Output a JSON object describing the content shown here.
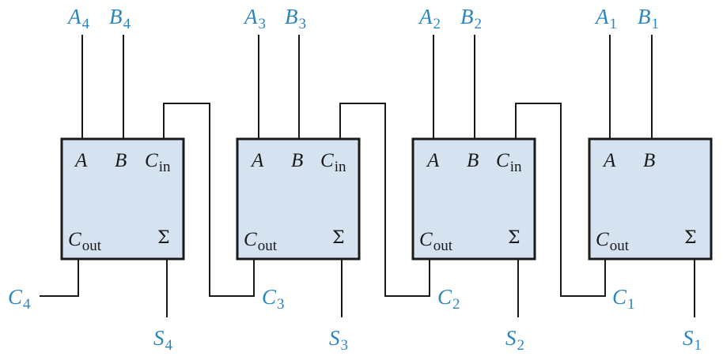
{
  "adders": [
    {
      "id": "fa4",
      "input_a": {
        "base": "A",
        "sub": "4"
      },
      "input_b": {
        "base": "B",
        "sub": "4"
      },
      "sum": {
        "base": "S",
        "sub": "4"
      },
      "carry_out": {
        "base": "C",
        "sub": "4"
      },
      "has_cin": true
    },
    {
      "id": "fa3",
      "input_a": {
        "base": "A",
        "sub": "3"
      },
      "input_b": {
        "base": "B",
        "sub": "3"
      },
      "sum": {
        "base": "S",
        "sub": "3"
      },
      "carry_out": {
        "base": "C",
        "sub": "3"
      },
      "has_cin": true
    },
    {
      "id": "fa2",
      "input_a": {
        "base": "A",
        "sub": "2"
      },
      "input_b": {
        "base": "B",
        "sub": "2"
      },
      "sum": {
        "base": "S",
        "sub": "2"
      },
      "carry_out": {
        "base": "C",
        "sub": "2"
      },
      "has_cin": true
    },
    {
      "id": "fa1",
      "input_a": {
        "base": "A",
        "sub": "1"
      },
      "input_b": {
        "base": "B",
        "sub": "1"
      },
      "sum": {
        "base": "S",
        "sub": "1"
      },
      "carry_out": {
        "base": "C",
        "sub": "1"
      },
      "has_cin": false
    }
  ],
  "pin_labels": {
    "a": "A",
    "b": "B",
    "cin": {
      "base": "C",
      "sub": "in"
    },
    "cout": {
      "base": "C",
      "sub": "out"
    },
    "sum": "Σ"
  },
  "colors": {
    "label": "#2a86bf",
    "block_fill": "#d5e3f1",
    "line": "#1a1a1a"
  }
}
